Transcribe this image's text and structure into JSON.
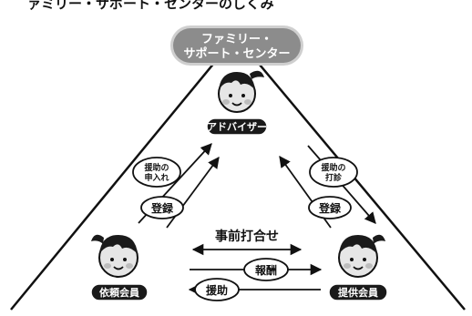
{
  "header": {
    "partial_title": "ァミリー・サポート・センターのしくみ"
  },
  "center_badge": {
    "line1": "ファミリー・",
    "line2": "サポート・センター"
  },
  "roles": {
    "advisor": "アドバイザー",
    "requester": "依頼会員",
    "provider": "提供会員"
  },
  "edges": {
    "left_request": [
      "援助の",
      "申入れ"
    ],
    "left_register": "登録",
    "right_arrange": [
      "援助の",
      "打診"
    ],
    "right_register": "登録",
    "prior_meeting": "事前打合せ",
    "reward": "報酬",
    "support": "援助"
  },
  "colors": {
    "badge_fill": "#8c8c8c",
    "badge_border": "#cfcfcf",
    "label_fill": "#1a1a1a",
    "stroke": "#111111",
    "face": "#e6e6e6",
    "hair": "#1a1a1a"
  }
}
